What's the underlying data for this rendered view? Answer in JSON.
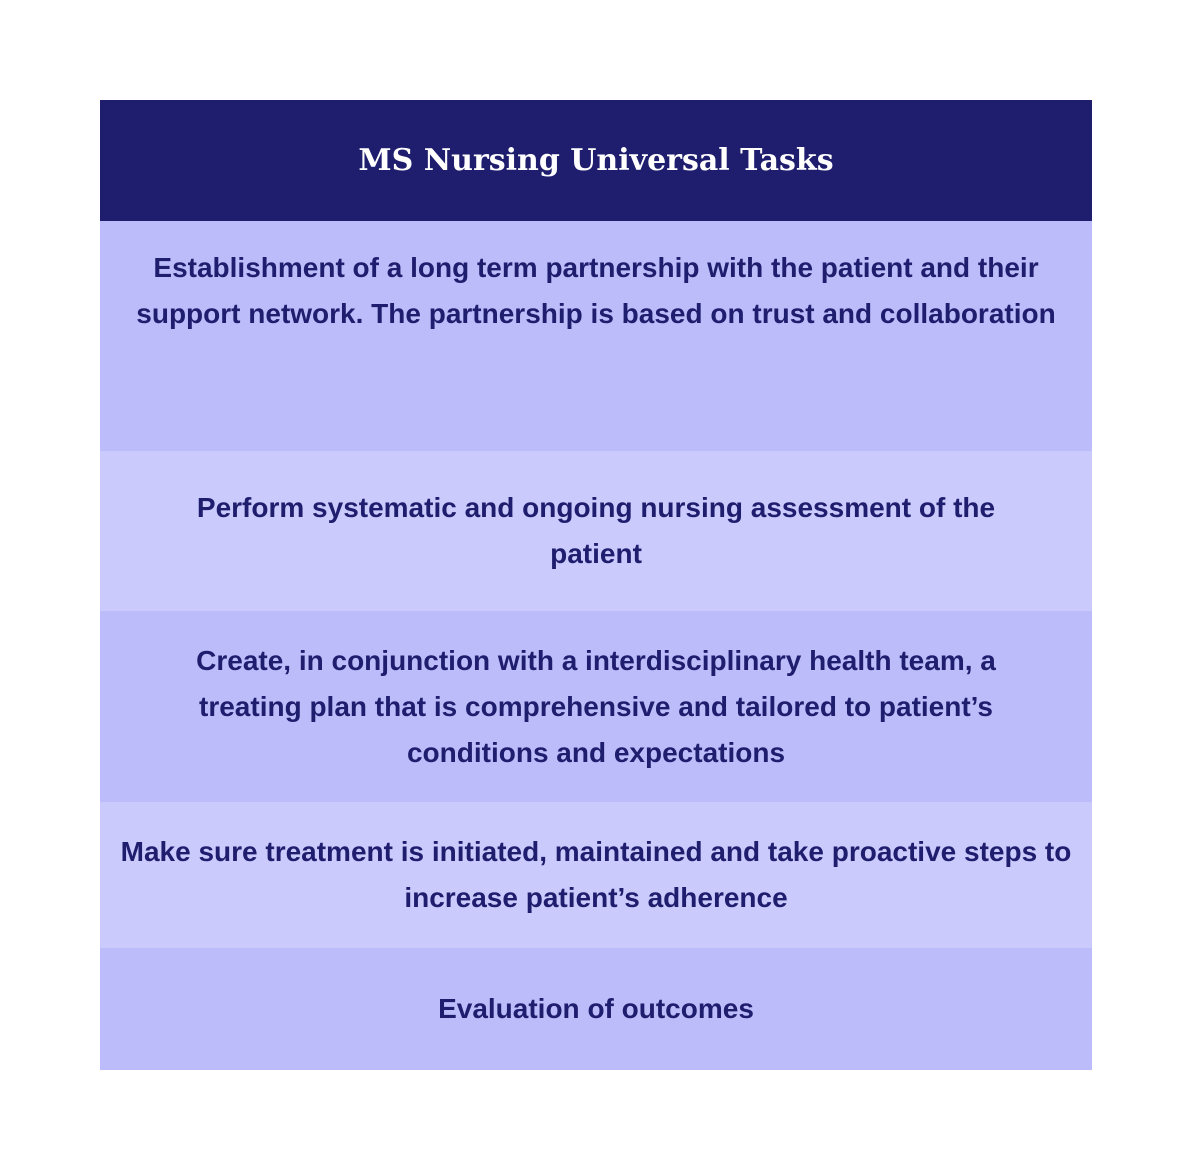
{
  "table": {
    "title": "MS Nursing Universal Tasks",
    "colors": {
      "header_bg": "#1f1d6d",
      "header_text": "#ffffff",
      "row_dark": "#bdbcfb",
      "row_light": "#cbcafd",
      "row_text": "#1f1d6d"
    },
    "rows": [
      {
        "text": "Establishment of a long term partnership with the patient and their support network. The partnership is based on trust and collaboration"
      },
      {
        "text": "Perform systematic and ongoing nursing assessment of the patient"
      },
      {
        "text": "Create, in conjunction with a interdisciplinary health team, a treating plan that is comprehensive and tailored to patient’s conditions and expectations"
      },
      {
        "text": "Make sure treatment is initiated, maintained and take proactive steps to increase patient’s adherence"
      },
      {
        "text": "Evaluation of outcomes"
      }
    ]
  }
}
